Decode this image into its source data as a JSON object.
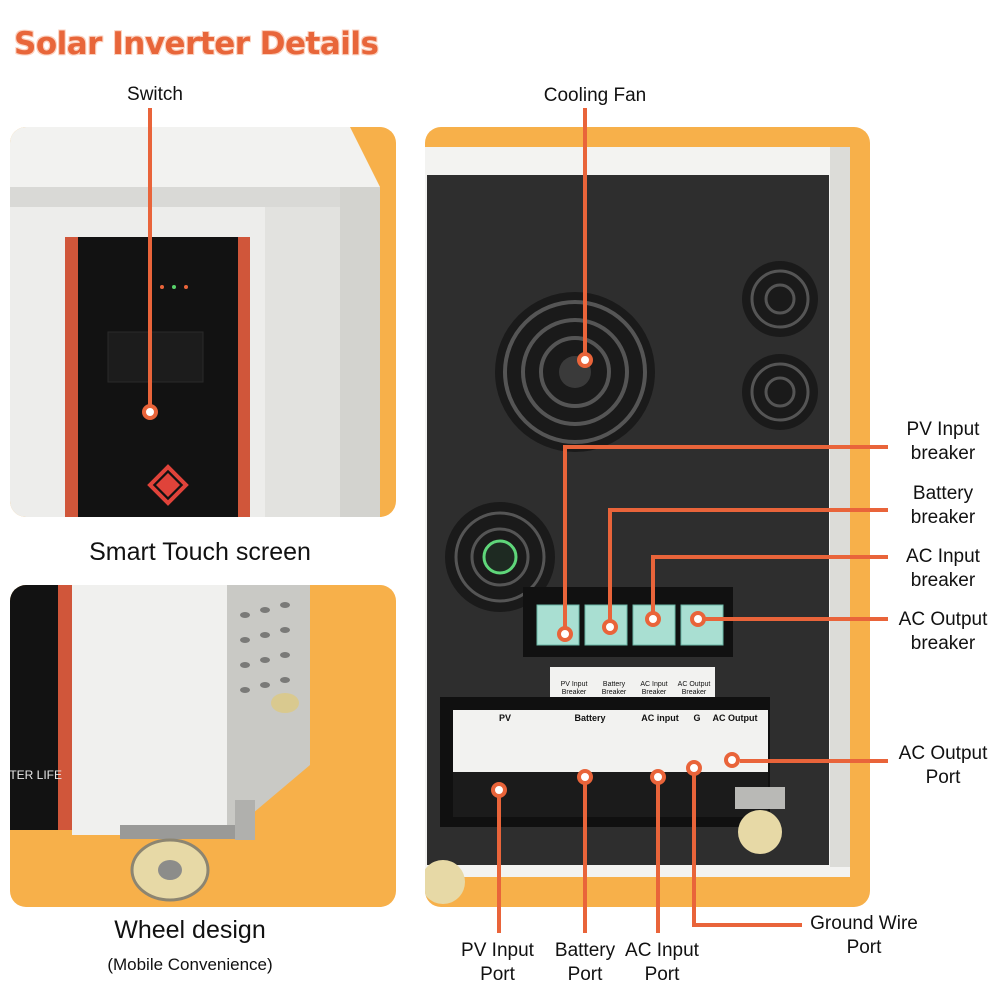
{
  "title": "Solar Inverter Details",
  "top_left": {
    "callout": "Switch",
    "caption": "Smart Touch screen"
  },
  "bottom_left": {
    "caption": "Wheel design",
    "subcaption": "(Mobile Convenience)",
    "brand_text": "TTER LIFE"
  },
  "rear_panel": {
    "top_callout": "Cooling Fan",
    "right_callouts": [
      {
        "line1": "PV Input",
        "line2": "breaker"
      },
      {
        "line1": "Battery",
        "line2": "breaker"
      },
      {
        "line1": "AC Input",
        "line2": "breaker"
      },
      {
        "line1": "AC Output",
        "line2": "breaker"
      },
      {
        "line1": "AC Output",
        "line2": "Port"
      }
    ],
    "bottom_callouts": [
      {
        "line1": "PV Input",
        "line2": "Port"
      },
      {
        "line1": "Battery",
        "line2": "Port"
      },
      {
        "line1": "AC Input",
        "line2": "Port"
      },
      {
        "line1": "Ground Wire",
        "line2": "Port"
      }
    ],
    "breaker_labels": [
      {
        "line1": "PV Input",
        "line2": "Breaker"
      },
      {
        "line1": "Battery",
        "line2": "Breaker"
      },
      {
        "line1": "AC Input",
        "line2": "Breaker"
      },
      {
        "line1": "AC Output",
        "line2": "Breaker"
      }
    ],
    "terminal_headers": {
      "pv": "PV",
      "battery": "Battery",
      "ac_input": "AC input",
      "ground": "G",
      "ac_output": "AC Output"
    }
  },
  "colors": {
    "accent": "#e9643a",
    "panel_bg": "#f7b04a",
    "cabinet": "#2e2e2e",
    "title": "#e8663a"
  }
}
